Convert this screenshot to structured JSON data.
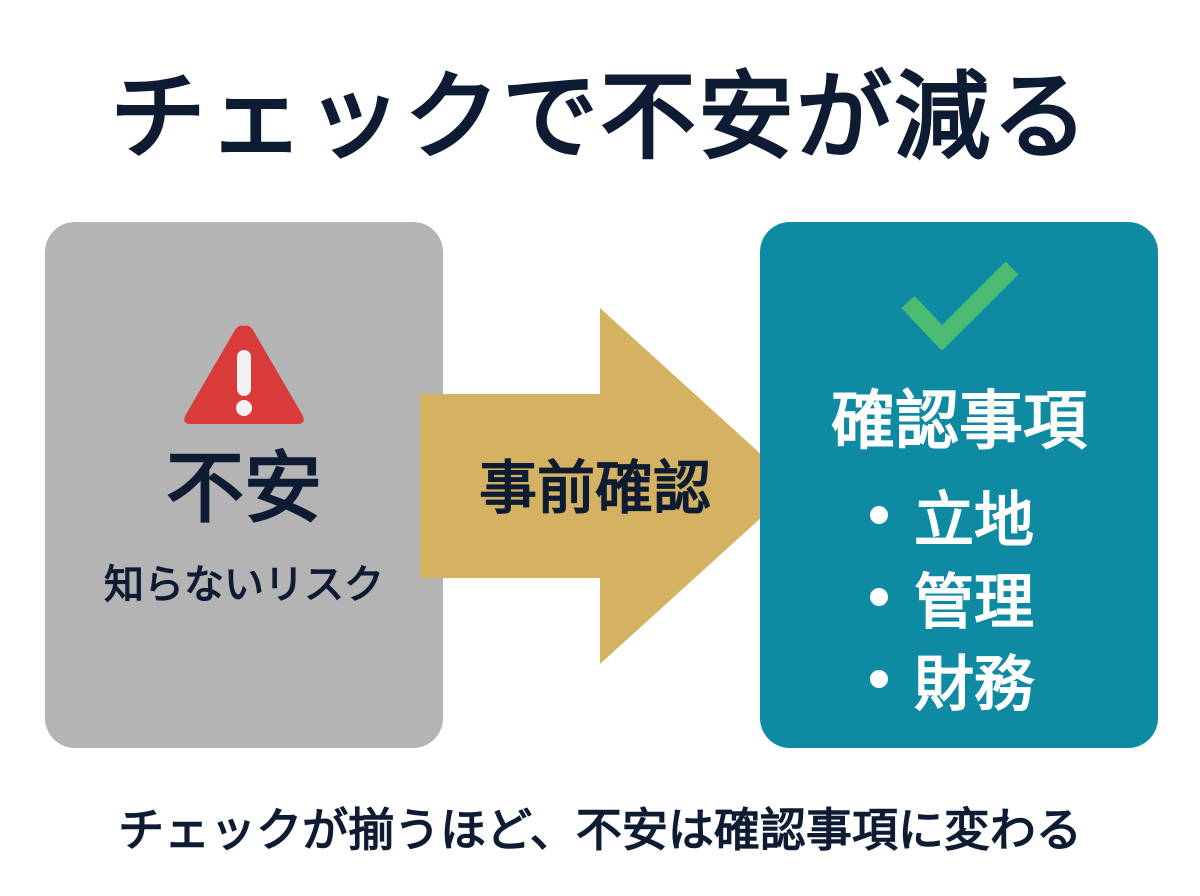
{
  "title": "チェックで不安が減る",
  "left_card": {
    "icon": "warning-triangle-icon",
    "main": "不安",
    "sub": "知らないリスク",
    "bg_color": "#b4b4b4"
  },
  "arrow": {
    "label": "事前確認",
    "color": "#d4b262"
  },
  "right_card": {
    "icon": "checkmark-icon",
    "title": "確認事項",
    "items": [
      "立地",
      "管理",
      "財務"
    ],
    "bg_color": "#0f8aa3"
  },
  "footer": "チェックが揃うほど、不安は確認事項に変わる",
  "colors": {
    "text_dark": "#0d1b33",
    "warning_red": "#d93a3a",
    "check_green": "#4cbb72"
  }
}
